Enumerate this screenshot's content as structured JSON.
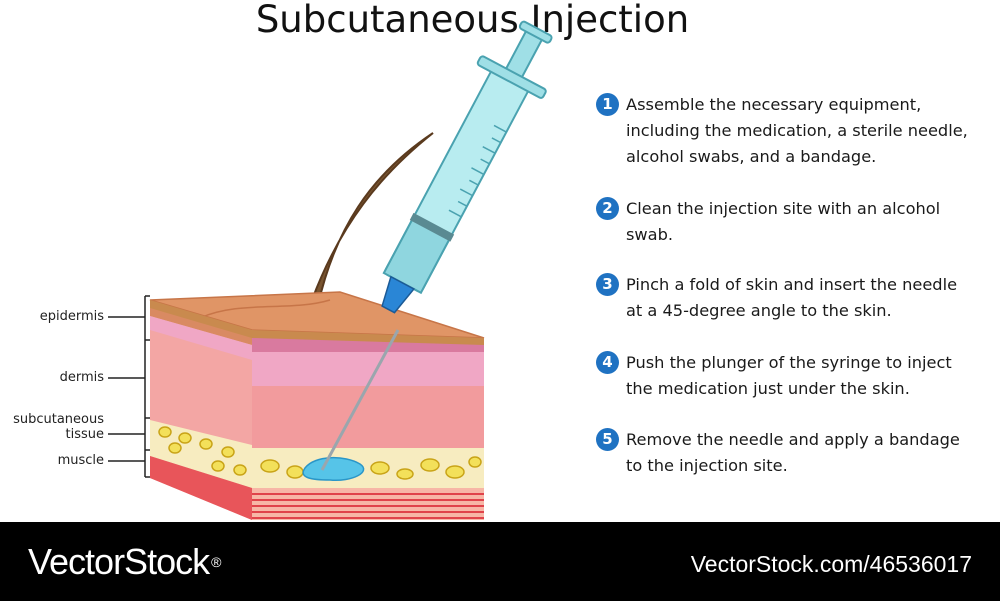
{
  "title": "Subcutaneous Injection",
  "labels": {
    "epidermis": "epidermis",
    "dermis": "dermis",
    "subcutaneous_tissue": "subcutaneous\ntissue",
    "muscle": "muscle"
  },
  "steps": [
    {
      "number": "1",
      "text": "Assemble the necessary equipment,\nincluding the medication, a sterile needle,\nalcohol swabs, and a bandage."
    },
    {
      "number": "2",
      "text": "Clean the injection site with an alcohol\nswab."
    },
    {
      "number": "3",
      "text": "Pinch a fold of skin and insert the needle\nat a 45-degree angle to the skin."
    },
    {
      "number": "4",
      "text": "Push the plunger of the syringe to inject\nthe medication just under the skin."
    },
    {
      "number": "5",
      "text": "Remove the needle and apply a bandage\nto the injection site."
    }
  ],
  "footer": {
    "brand": "VectorStock",
    "brand_mark": "®",
    "url": "VectorStock.com/46536017"
  },
  "colors": {
    "step_badge": "#1f72c2",
    "footer_bg": "#000000",
    "epidermis": "#d98a62",
    "dermis": "#f2aaa8",
    "fat": "#f4e07a",
    "muscle": "#e8555a",
    "syringe": "#9fdfe6",
    "needle_hub": "#2a86d6",
    "medication": "#56c4e8"
  }
}
